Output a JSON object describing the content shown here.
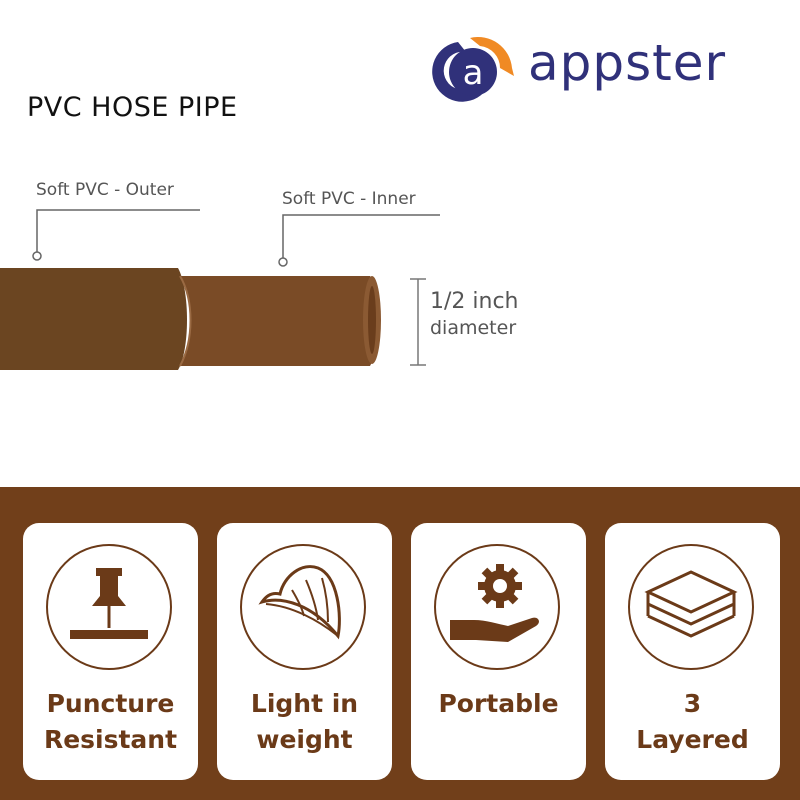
{
  "title": "PVC HOSE PIPE",
  "brand": {
    "name": "appster",
    "letter": "a",
    "color_primary": "#30317a",
    "color_accent": "#f08a24"
  },
  "diagram": {
    "outer_label": "Soft PVC - Outer",
    "inner_label": "Soft PVC - Inner",
    "size_value": "1/2 inch",
    "size_unit": "diameter",
    "outer_color": "#6b4521",
    "inner_color": "#7a4b26"
  },
  "band_color": "#713f1a",
  "features": [
    {
      "icon": "push-pin-icon",
      "line1": "Puncture",
      "line2": "Resistant"
    },
    {
      "icon": "feather-icon",
      "line1": "Light in",
      "line2": "weight"
    },
    {
      "icon": "hand-gear-icon",
      "line1": "Portable",
      "line2": ""
    },
    {
      "icon": "layers-icon",
      "line1": "3",
      "line2": "Layered"
    }
  ]
}
